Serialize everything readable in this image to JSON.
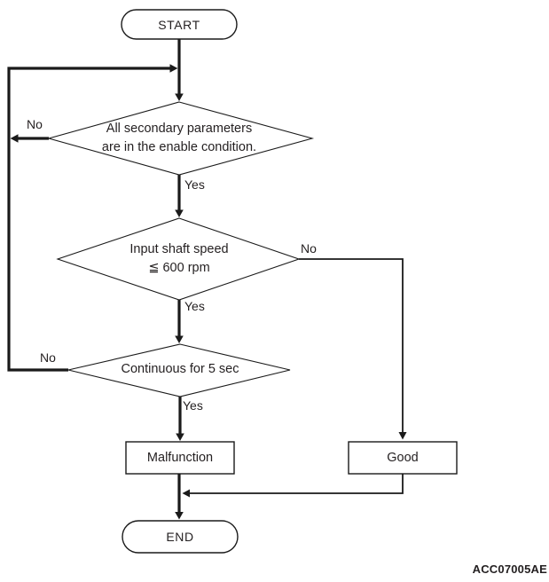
{
  "flowchart": {
    "start": "START",
    "end": "END",
    "decision_secondary_params": {
      "line1": "All secondary parameters",
      "line2": "are in the enable condition."
    },
    "decision_input_shaft": {
      "line1": "Input shaft speed",
      "line2": "≦ 600 rpm"
    },
    "decision_continuous": {
      "line1": "Continuous for 5 sec"
    },
    "malfunction": "Malfunction",
    "good": "Good",
    "labels": {
      "no1": "No",
      "yes1": "Yes",
      "no2": "No",
      "yes2": "Yes",
      "no3": "No",
      "yes3": "Yes"
    },
    "figure_code": "ACC07005AE"
  },
  "colors": {
    "line": "#1a1a1a",
    "text": "#231f20",
    "background": "#ffffff"
  }
}
